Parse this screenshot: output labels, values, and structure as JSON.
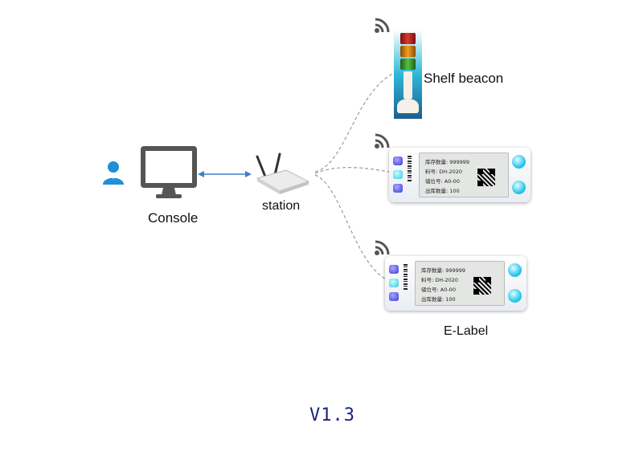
{
  "labels": {
    "console": "Console",
    "station": "station",
    "shelf_beacon": "Shelf beacon",
    "elabel": "E-Label",
    "version": "V1.3"
  },
  "elabel_screen": {
    "lines": [
      "库存数量: 999999",
      "料号: DH-2020",
      "储位号: A0-00",
      "出库数量: 100"
    ]
  },
  "colors": {
    "link_arrow": "#3f7fc5",
    "user_icon": "#1f8fd6",
    "monitor": "#555555",
    "wifi_icon": "#555555",
    "dashed_link": "#9a9a9a",
    "version_text": "#1a237e"
  },
  "icons": [
    "user-icon",
    "monitor-icon",
    "router-icon",
    "wifi-icon",
    "beacon-tower-icon"
  ]
}
